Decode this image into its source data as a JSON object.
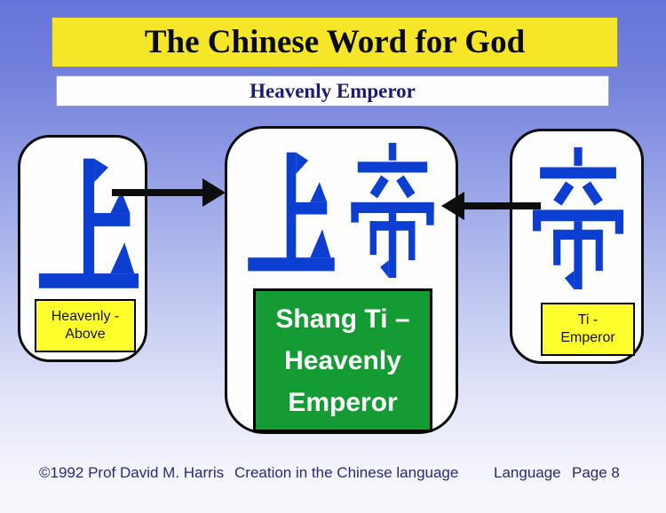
{
  "slide": {
    "title": "The Chinese Word for God",
    "subtitle": "Heavenly Emperor"
  },
  "boxes": {
    "left": {
      "character": "上",
      "label_line1": "Heavenly -",
      "label_line2": "Above"
    },
    "center": {
      "characters": "上帝",
      "label_line1": "Shang Ti –",
      "label_line2": "Heavenly",
      "label_line3": "Emperor"
    },
    "right": {
      "character": "帝",
      "label_line1": "Ti -",
      "label_line2": "Emperor"
    }
  },
  "footer": {
    "copyright": "©1992 Prof David M. Harris",
    "series": "Creation in the Chinese language",
    "section": "Language",
    "page": "Page 8"
  },
  "colors": {
    "character_blue": "#0d3ed2",
    "banner_yellow": "#f5e727",
    "label_yellow": "#ffff2e",
    "green": "#149b33",
    "footer_navy": "#29297b"
  }
}
